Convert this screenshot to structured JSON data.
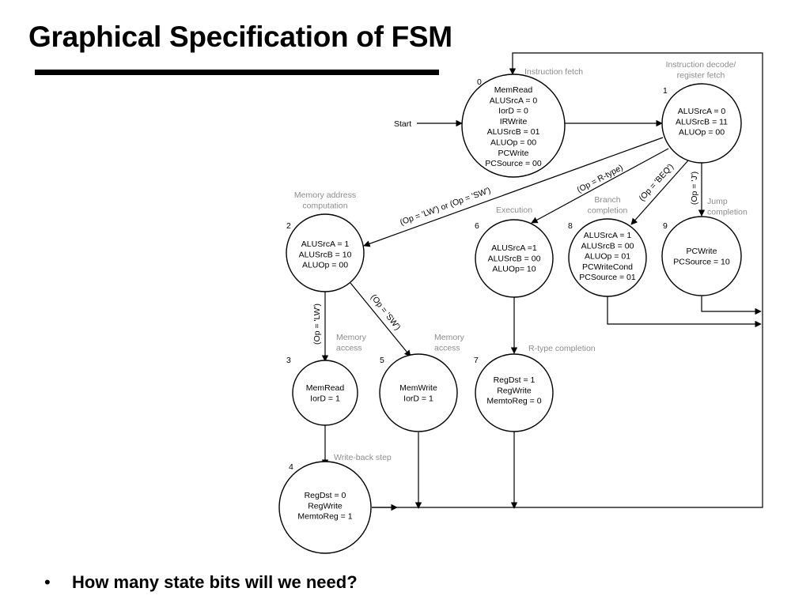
{
  "slide": {
    "title": "Graphical Specification of FSM",
    "bullet": "How many state bits will we need?",
    "bullet_marker": "•"
  },
  "diagram": {
    "start_label": "Start",
    "states": [
      {
        "id": "s0",
        "number": "0",
        "caption": [
          "Instruction fetch"
        ],
        "signals": [
          "MemRead",
          "ALUSrcA = 0",
          "IorD = 0",
          "IRWrite",
          "ALUSrcB = 01",
          "ALUOp = 00",
          "PCWrite",
          "PCSource = 00"
        ]
      },
      {
        "id": "s1",
        "number": "1",
        "caption": [
          "Instruction decode/",
          "register fetch"
        ],
        "signals": [
          "ALUSrcA = 0",
          "ALUSrcB = 11",
          "ALUOp = 00"
        ]
      },
      {
        "id": "s2",
        "number": "2",
        "caption": [
          "Memory address",
          "computation"
        ],
        "signals": [
          "ALUSrcA = 1",
          "ALUSrcB = 10",
          "ALUOp = 00"
        ]
      },
      {
        "id": "s3",
        "number": "3",
        "caption": [
          "Memory",
          "access"
        ],
        "signals": [
          "MemRead",
          "IorD = 1"
        ]
      },
      {
        "id": "s4",
        "number": "4",
        "caption": [
          "Write-back step"
        ],
        "signals": [
          "RegDst = 0",
          "RegWrite",
          "MemtoReg = 1"
        ]
      },
      {
        "id": "s5",
        "number": "5",
        "caption": [
          "Memory",
          "access"
        ],
        "signals": [
          "MemWrite",
          "IorD = 1"
        ]
      },
      {
        "id": "s6",
        "number": "6",
        "caption": [
          "Execution"
        ],
        "signals": [
          "ALUSrcA =1",
          "ALUSrcB = 00",
          "ALUOp= 10"
        ]
      },
      {
        "id": "s7",
        "number": "7",
        "caption": [
          "R-type completion"
        ],
        "signals": [
          "RegDst = 1",
          "RegWrite",
          "MemtoReg = 0"
        ]
      },
      {
        "id": "s8",
        "number": "8",
        "caption": [
          "Branch",
          "completion"
        ],
        "signals": [
          "ALUSrcA = 1",
          "ALUSrcB = 00",
          "ALUOp = 01",
          "PCWriteCond",
          "PCSource = 01"
        ]
      },
      {
        "id": "s9",
        "number": "9",
        "caption": [
          "Jump",
          "completion"
        ],
        "signals": [
          "PCWrite",
          "PCSource = 10"
        ]
      }
    ],
    "conditions": {
      "lw_or_sw": "(Op = 'LW') or (Op = 'SW')",
      "r_type": "(Op = R-type)",
      "beq": "(Op = 'BEQ')",
      "jump": "(Op = 'J')",
      "lw": "(Op = 'LW')",
      "sw": "(Op = 'SW')"
    },
    "colors": {
      "caption_gray": "#8c8c8c",
      "stroke": "#000000"
    }
  }
}
